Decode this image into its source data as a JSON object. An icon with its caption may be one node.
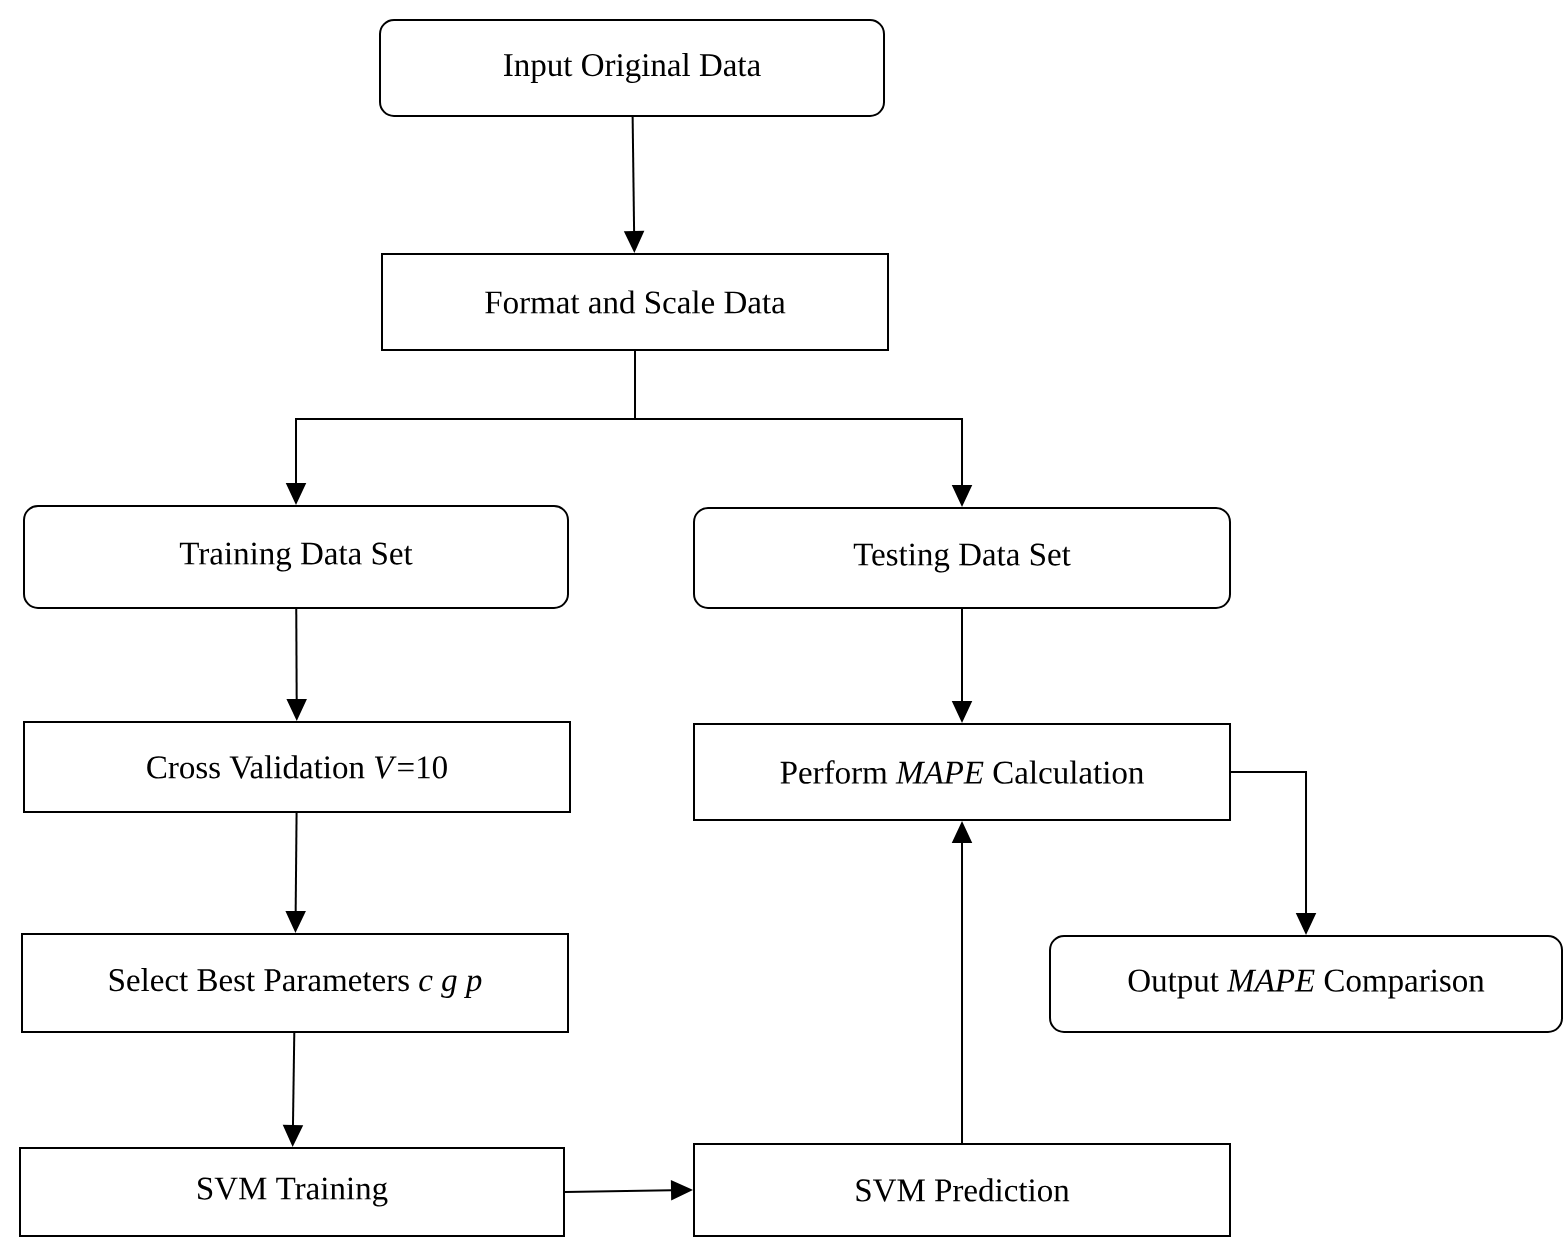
{
  "diagram": {
    "nodes": [
      {
        "text": [
          "Input Original Data"
        ]
      },
      {
        "text": [
          "Format and Scale Data"
        ]
      },
      {
        "text": [
          "Training Data Set"
        ]
      },
      {
        "text": [
          "Testing Data Set"
        ]
      },
      {
        "text": [
          "Cross Validation *V*=10"
        ]
      },
      {
        "text": [
          "Perform *MAPE* Calculation"
        ]
      },
      {
        "text": [
          "Select Best Parameters *c g p*"
        ]
      },
      {
        "text": [
          "Output *MAPE* Comparison"
        ]
      },
      {
        "text": [
          "SVM Training"
        ]
      },
      {
        "text": [
          "SVM Prediction"
        ]
      }
    ],
    "edges": [
      {
        "from": 0,
        "to": 1,
        "arrow": "to"
      },
      {
        "from": 1,
        "to": 2,
        "arrow": "to"
      },
      {
        "from": 1,
        "to": 3,
        "arrow": "to"
      },
      {
        "from": 2,
        "to": 4,
        "arrow": "to"
      },
      {
        "from": 3,
        "to": 5,
        "arrow": "to"
      },
      {
        "from": 4,
        "to": 6,
        "arrow": "to"
      },
      {
        "from": 5,
        "to": 7,
        "arrow": "to"
      },
      {
        "from": 6,
        "to": 8,
        "arrow": "to"
      },
      {
        "from": 8,
        "to": 9,
        "arrow": "to"
      },
      {
        "from": 9,
        "to": 5,
        "arrow": "to"
      }
    ]
  }
}
